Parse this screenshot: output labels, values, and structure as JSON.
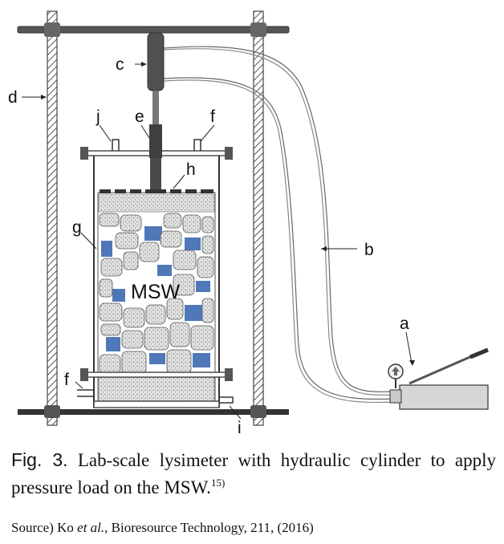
{
  "labels": {
    "a": "a",
    "b": "b",
    "c": "c",
    "d": "d",
    "e": "e",
    "f_top": "f",
    "f_bottom": "f",
    "g": "g",
    "h": "h",
    "i": "i",
    "j": "j",
    "msw": "MSW"
  },
  "caption": {
    "fig_number": "Fig. 3.",
    "text": " Lab-scale lysimeter with hydraulic cylinder to apply pressure load on the MSW.",
    "ref": "15)"
  },
  "source": {
    "prefix": "Source) Ko ",
    "etal": "et al.",
    "rest": ", Bioresource Technology, 211, (2016)"
  },
  "colors": {
    "frame": "#4a4a4a",
    "cylinder": "#4d4d4d",
    "gravel": "#cfcfcf",
    "water": "#4f78b8",
    "pump": "#d6d6d6"
  }
}
